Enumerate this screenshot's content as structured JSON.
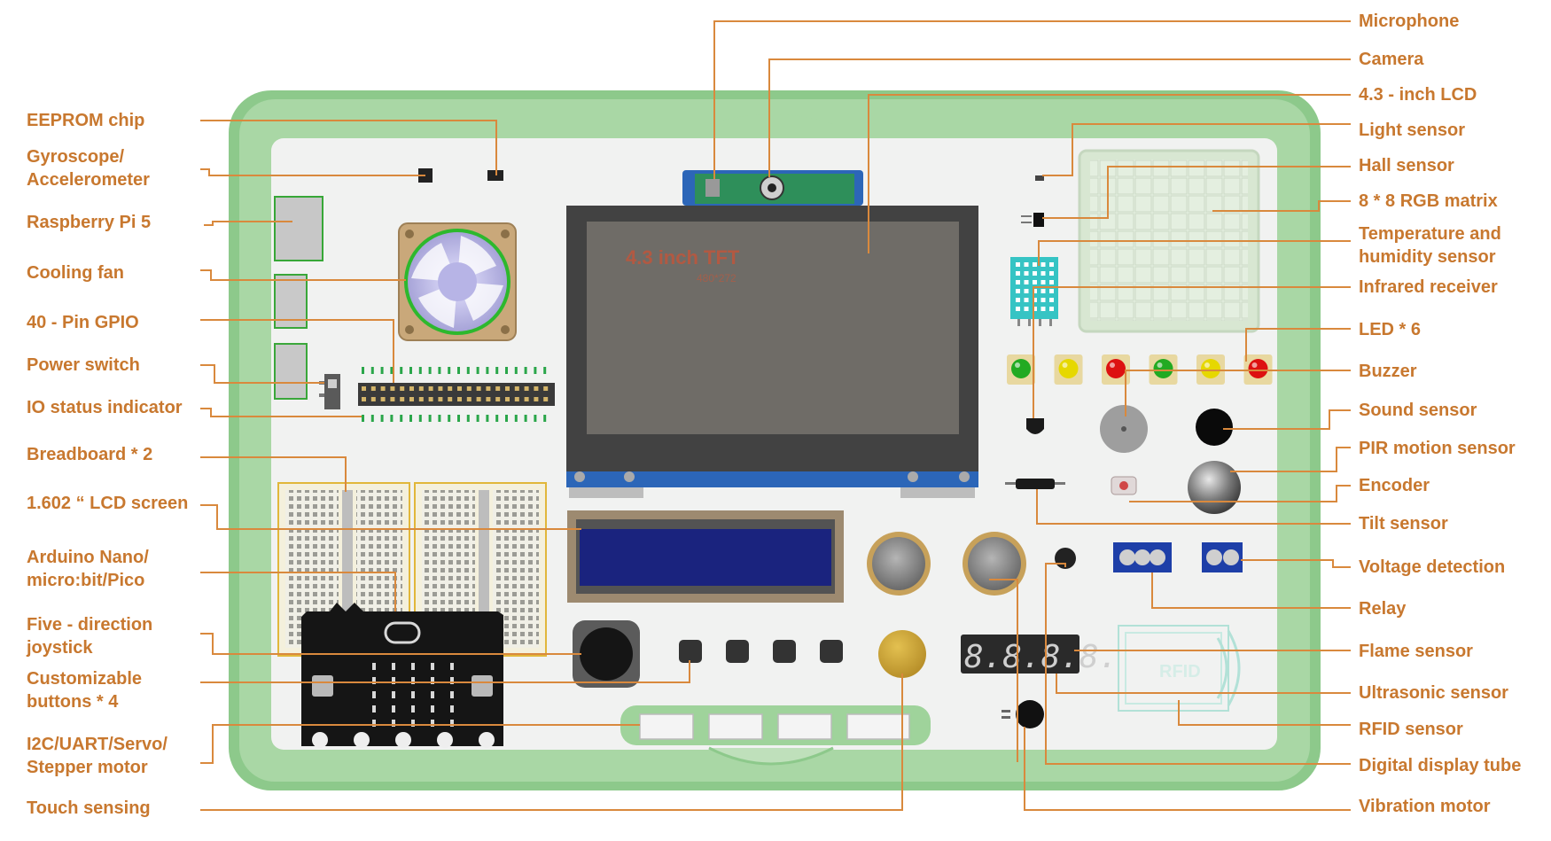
{
  "diagram_title": "",
  "colors": {
    "label": "#c8782f",
    "leader": "#d9893d",
    "board_green": "#8dc98b",
    "board_panel": "#f1f2f1",
    "lcd_screen": "#6f6c67",
    "lcd1602_screen": "#1a237e",
    "led_green": "#22aa22",
    "led_yellow": "#e6d800",
    "led_red": "#dd1111",
    "touch_pad": "#c8a030"
  },
  "screen": {
    "title": "4.3 inch TFT",
    "resolution": "480*272"
  },
  "rfid_logo_text": "RFID",
  "digit_display": "8.8.8.8.",
  "labels_left": [
    {
      "id": "eeprom",
      "text": "EEPROM chip"
    },
    {
      "id": "gyro",
      "text": "Gyroscope/\nAccelerometer"
    },
    {
      "id": "rpi5",
      "text": "Raspberry Pi 5"
    },
    {
      "id": "fan",
      "text": "Cooling fan"
    },
    {
      "id": "gpio",
      "text": "40 - Pin GPIO"
    },
    {
      "id": "power",
      "text": "Power switch"
    },
    {
      "id": "io",
      "text": "IO status indicator"
    },
    {
      "id": "breadboard",
      "text": "Breadboard * 2"
    },
    {
      "id": "lcd1602",
      "text": "1.602 “ LCD screen"
    },
    {
      "id": "arduino",
      "text": "Arduino Nano/\nmicro:bit/Pico"
    },
    {
      "id": "joystick",
      "text": "Five - direction\njoystick"
    },
    {
      "id": "buttons",
      "text": "Customizable\nbuttons * 4"
    },
    {
      "id": "i2c",
      "text": "I2C/UART/Servo/\nStepper motor"
    },
    {
      "id": "touch",
      "text": "Touch sensing"
    }
  ],
  "labels_right": [
    {
      "id": "mic",
      "text": "Microphone"
    },
    {
      "id": "camera",
      "text": "Camera"
    },
    {
      "id": "lcd43",
      "text": "4.3 - inch LCD"
    },
    {
      "id": "light",
      "text": "Light sensor"
    },
    {
      "id": "hall",
      "text": "Hall sensor"
    },
    {
      "id": "rgb",
      "text": "8 * 8 RGB matrix"
    },
    {
      "id": "temp",
      "text": "Temperature and\nhumidity sensor"
    },
    {
      "id": "ir",
      "text": "Infrared receiver"
    },
    {
      "id": "led",
      "text": "LED * 6"
    },
    {
      "id": "buzzer",
      "text": "Buzzer"
    },
    {
      "id": "sound",
      "text": "Sound sensor"
    },
    {
      "id": "pir",
      "text": "PIR motion sensor"
    },
    {
      "id": "encoder",
      "text": "Encoder"
    },
    {
      "id": "tilt",
      "text": "Tilt sensor"
    },
    {
      "id": "voltage",
      "text": "Voltage detection"
    },
    {
      "id": "relay",
      "text": "Relay"
    },
    {
      "id": "flame",
      "text": "Flame sensor"
    },
    {
      "id": "ultrasonic",
      "text": "Ultrasonic sensor"
    },
    {
      "id": "rfid",
      "text": "RFID sensor"
    },
    {
      "id": "digital",
      "text": "Digital display tube"
    },
    {
      "id": "vibration",
      "text": "Vibration motor"
    }
  ]
}
